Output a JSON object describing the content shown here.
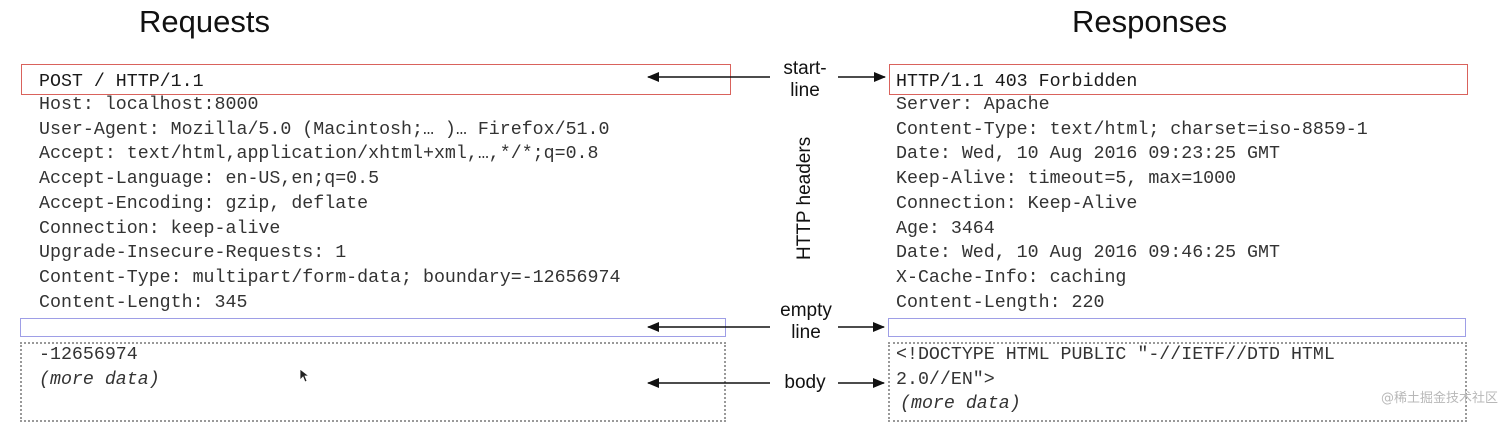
{
  "headings": {
    "requests": "Requests",
    "responses": "Responses"
  },
  "labels": {
    "start_line": [
      "start-",
      "line"
    ],
    "http_headers": "HTTP headers",
    "empty_line": [
      "empty",
      "line"
    ],
    "body": "body"
  },
  "request": {
    "start_line": "POST / HTTP/1.1",
    "headers": [
      "Host: localhost:8000",
      "User-Agent: Mozilla/5.0 (Macintosh;… )… Firefox/51.0",
      "Accept: text/html,application/xhtml+xml,…,*/*;q=0.8",
      "Accept-Language: en-US,en;q=0.5",
      "Accept-Encoding: gzip, deflate",
      "Connection: keep-alive",
      "Upgrade-Insecure-Requests: 1",
      "Content-Type: multipart/form-data; boundary=-12656974",
      "Content-Length: 345"
    ],
    "body": [
      "-12656974",
      "(more data)"
    ]
  },
  "response": {
    "start_line": "HTTP/1.1 403 Forbidden",
    "headers": [
      "Server: Apache",
      "Content-Type: text/html; charset=iso-8859-1",
      "Date: Wed, 10 Aug 2016 09:23:25 GMT",
      "Keep-Alive: timeout=5, max=1000",
      "Connection: Keep-Alive",
      "Age: 3464",
      "Date: Wed, 10 Aug 2016 09:46:25 GMT",
      "X-Cache-Info: caching",
      "Content-Length: 220"
    ],
    "body": [
      "<!DOCTYPE HTML PUBLIC \"-//IETF//DTD HTML",
      "2.0//EN\">",
      "(more data)"
    ]
  },
  "watermark": "@稀土掘金技术社区"
}
